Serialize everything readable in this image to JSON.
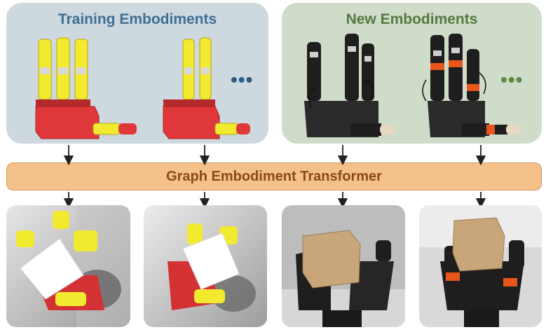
{
  "panels": {
    "training": {
      "title": "Training Embodiments",
      "more": "•••"
    },
    "new": {
      "title": "New Embodiments",
      "more": "•••"
    }
  },
  "transformer": {
    "label": "Graph Embodiment Transformer"
  },
  "colors": {
    "training_panel": "#cdd8df",
    "new_panel": "#cfdcc9",
    "training_title": "#3f6f93",
    "new_title": "#557a41",
    "bar_fill": "#f5c18a",
    "bar_text": "#8a4a16",
    "finger_yellow": "#f2ea2e",
    "palm_red": "#e0383a",
    "robot_black": "#1e1e1e",
    "accent_orange": "#e8561c",
    "cube_wood": "#c9a67a"
  },
  "icons": {
    "top_arrows": "arrow-down-icon",
    "bottom_arrows": "arrow-down-icon"
  }
}
